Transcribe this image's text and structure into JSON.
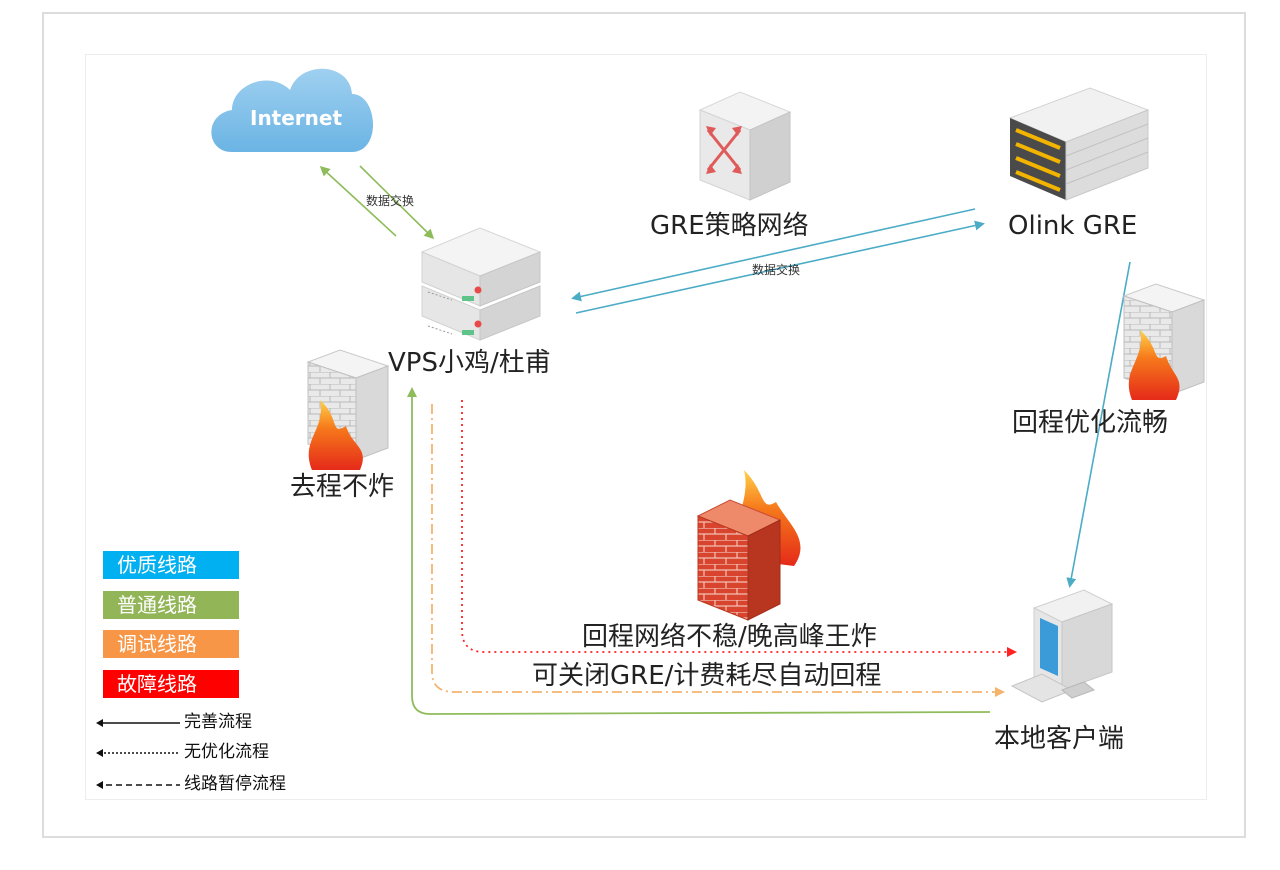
{
  "nodes": {
    "internet": "Internet",
    "vps": "VPS小鸡/杜甫",
    "gre_policy": "GRE策略网络",
    "olink": "Olink GRE",
    "client": "本地客户端"
  },
  "annotations": {
    "exchange_left": "数据交换",
    "exchange_right": "数据交换",
    "outbound_ok": "去程不炸",
    "return_opt": "回程优化流畅",
    "unstable": "回程网络不稳/晚高峰王炸",
    "gre_off": "可关闭GRE/计费耗尽自动回程"
  },
  "legend": {
    "quality": "优质线路",
    "normal": "普通线路",
    "debug": "调试线路",
    "fault": "故障线路",
    "solid": "完善流程",
    "dotted": "无优化流程",
    "dashdot": "线路暂停流程"
  },
  "colors": {
    "quality": "#00b0f0",
    "normal": "#92b557",
    "debug": "#f79646",
    "fault": "#ff0000",
    "line_blue": "#4bacc6",
    "line_green": "#8fbc5a",
    "line_orange": "#f5b46e",
    "line_red": "#ff3333"
  }
}
